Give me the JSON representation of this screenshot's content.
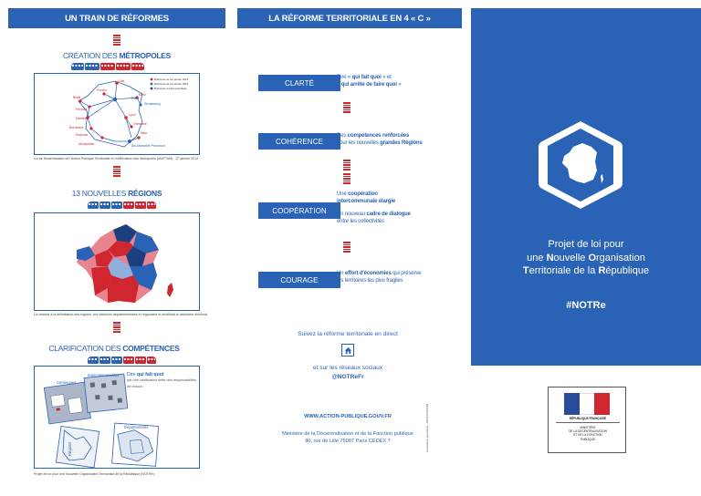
{
  "left": {
    "header": "UN TRAIN DE RÉFORMES",
    "section1": {
      "title_plain": "CRÉATION DES ",
      "title_bold": "MÉTROPOLES"
    },
    "legend": [
      "Métropole au 1er janvier 2015",
      "Métropole au 1er janvier 2016",
      "Métropole à statut spécifique"
    ],
    "cities": [
      "Lille",
      "Rouen",
      "Brest",
      "Metz",
      "Paris",
      "Strasbourg",
      "Rennes",
      "Nantes",
      "Lyon",
      "Grenoble",
      "Bordeaux",
      "Nice",
      "Toulouse",
      "Montpellier",
      "Aix-Marseille Provence"
    ],
    "caption1": "Loi de Modernisation de l'Action Publique Territoriale et d'Affirmation des Métropoles (MAPTAM) - 27 janvier 2014",
    "section2": {
      "title_plain": "13 NOUVELLES ",
      "title_bold": "RÉGIONS"
    },
    "caption2": "Loi relative à la délimitation des régions, aux élections départementales et régionales et modifiant le calendrier électoral",
    "section3": {
      "title_plain": "CLARIFICATION DES ",
      "title_bold": "COMPÉTENCES"
    },
    "comp_labels": [
      "Communes",
      "Intercommunalités",
      "Départements",
      "Régions"
    ],
    "comp_text": {
      "prefix": "Dire ",
      "bold": "qui fait quoi",
      "rest": "par une clarification nette des responsabilités de chacun"
    },
    "caption3": "Projet de loi pour une Nouvelle Organisation Territoriale de la République (NOTRe)"
  },
  "mid": {
    "header": "LA RÉFORME TERRITORIALE EN 4 « C »",
    "items": [
      {
        "label": "CLARTÉ",
        "lines": [
          [
            [
              "n",
              "Dire « "
            ],
            [
              "b",
              "qui fait quoi"
            ],
            [
              "n",
              " » et"
            ]
          ],
          [
            [
              "n",
              "« "
            ],
            [
              "b",
              "qui arrête de faire quoi"
            ],
            [
              "n",
              " »"
            ]
          ]
        ]
      },
      {
        "label": "COHÉRENCE",
        "lines": [
          [
            [
              "n",
              "Des "
            ],
            [
              "b",
              "compétences renforcées"
            ]
          ],
          [
            [
              "n",
              "pour les nouvelles "
            ],
            [
              "b",
              "grandes Régions"
            ]
          ]
        ]
      },
      {
        "label": "COOPÉRATION",
        "lines": [
          [
            [
              "n",
              "Une "
            ],
            [
              "b",
              "coopération"
            ]
          ],
          [
            [
              "b",
              "intercommunale élargie"
            ]
          ],
          [
            [
              "n",
              "Un nouveau "
            ],
            [
              "b",
              "cadre de dialogue"
            ]
          ],
          [
            [
              "n",
              "entre les collectivités"
            ]
          ]
        ]
      },
      {
        "label": "COURAGE",
        "lines": [
          [
            [
              "n",
              "Un "
            ],
            [
              "b",
              "effort d'économies"
            ],
            [
              "n",
              " qui préserve"
            ]
          ],
          [
            [
              "n",
              "les territoires les plus fragiles"
            ]
          ]
        ]
      }
    ],
    "follow": "Suivez la réforme territoriale en direct",
    "social1": "et sur les réseaux sociaux",
    "social2": "@NOTReFr",
    "website": "WWW.ACTION-PUBLIQUE.GOUV.FR",
    "ministry1": "Ministère de la Décentralisation et de la Fonction publique",
    "ministry2": "80, rue de Lille 75007 Paris CEDEX 7",
    "vertical": "Conception graphique : DGAFP/DICOM"
  },
  "right": {
    "title_lines": [
      [
        [
          "n",
          "Projet de loi pour"
        ]
      ],
      [
        [
          "n",
          "une "
        ],
        [
          "b",
          "N"
        ],
        [
          "n",
          "ouvelle "
        ],
        [
          "b",
          "O"
        ],
        [
          "n",
          "rganisation"
        ]
      ],
      [
        [
          "b",
          "T"
        ],
        [
          "n",
          "erritoriale de la "
        ],
        [
          "b",
          "R"
        ],
        [
          "n",
          "épublique"
        ]
      ]
    ],
    "hashtag": "#NOTRe",
    "rf_label": "RÉPUBLIQUE FRANÇAISE",
    "ministry_lines": [
      "MINISTÈRE",
      "DE LA DÉCENTRALISATION",
      "ET DE LA FONCTION",
      "PUBLIQUE"
    ]
  },
  "colors": {
    "blue": "#2a62b5",
    "red": "#d0262f",
    "pink": "#e8848e",
    "navy": "#1c3f80",
    "light_blue": "#8fb0de"
  }
}
